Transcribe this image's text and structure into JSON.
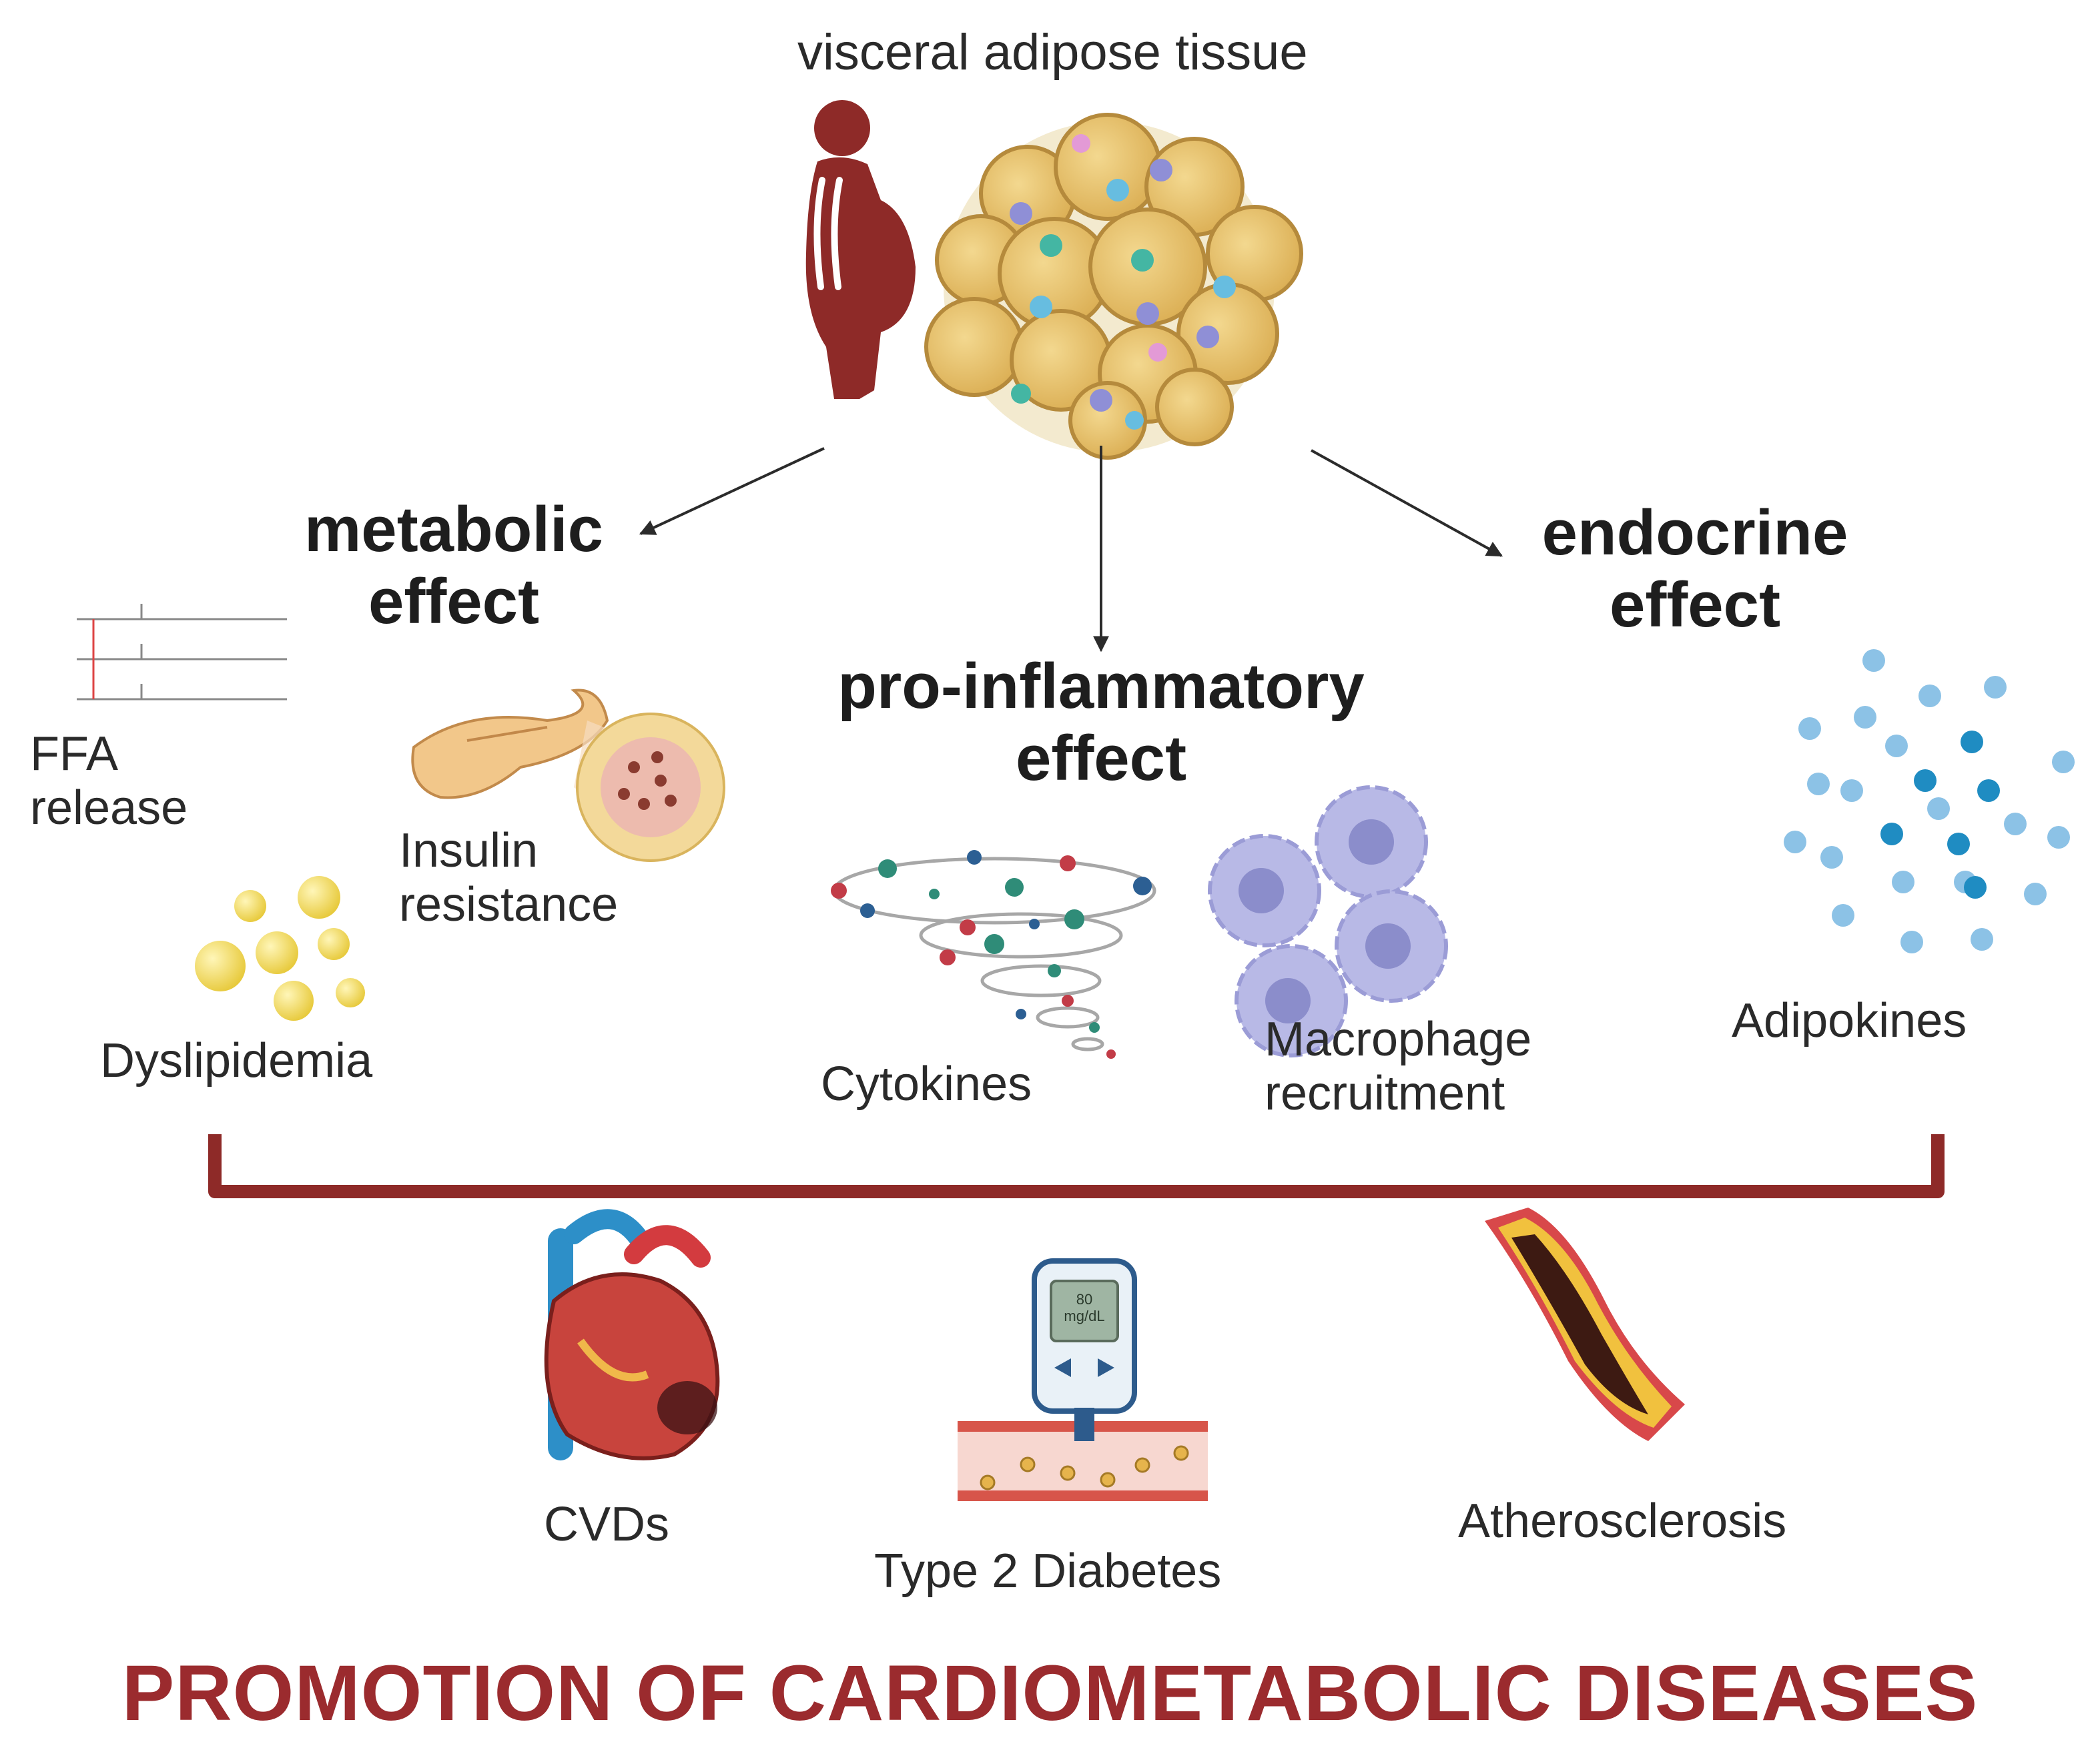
{
  "title": "visceral adipose tissue",
  "branches": {
    "metabolic": {
      "heading_line1": "metabolic",
      "heading_line2": "effect"
    },
    "inflammatory": {
      "heading_line1": "pro-inflammatory",
      "heading_line2": "effect"
    },
    "endocrine": {
      "heading_line1": "endocrine",
      "heading_line2": "effect"
    }
  },
  "items": {
    "ffa_line1": "FFA",
    "ffa_line2": "release",
    "insulin_line1": "Insulin",
    "insulin_line2": "resistance",
    "dyslipidemia": "Dyslipidemia",
    "cytokines": "Cytokines",
    "macrophage_line1": "Macrophage",
    "macrophage_line2": "recruitment",
    "adipokines": "Adipokines"
  },
  "outcomes": {
    "cvds": "CVDs",
    "t2d": "Type 2 Diabetes",
    "atherosclerosis": "Atherosclerosis",
    "meter_value": "80",
    "meter_unit": "mg/dL"
  },
  "footer": "PROMOTION OF CARDIOMETABOLIC DISEASES",
  "colors": {
    "accent": "#9b2b2e",
    "person": "#8e2a28",
    "fat_cell": "#e7c26b",
    "fat_outline": "#b58a3c",
    "blue_dot": "#7fb8de",
    "blue_dot_dark": "#1f8cc2"
  }
}
